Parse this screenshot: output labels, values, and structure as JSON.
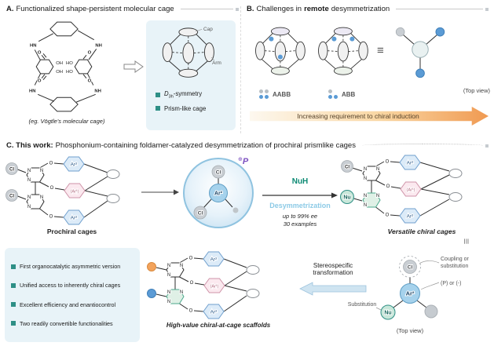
{
  "panelA": {
    "label": "A.",
    "title": "Functionalized shape-persistent molecular cage",
    "caption": "(eg. Vögtle's molecular cage)",
    "cap_label": "Cap",
    "arm_label": "Arm",
    "symmetry_d": "D",
    "symmetry_sub": "3h",
    "symmetry_rest": "-symmetry",
    "feature": "Prism-like cage",
    "atoms": {
      "hn": "HN",
      "nh": "NH",
      "o": "O",
      "oh": "OH",
      "ho": "HO"
    }
  },
  "panelB": {
    "label": "B.",
    "title_pre": "Challenges in",
    "title_bold": "remote",
    "title_post": "desymmetrization",
    "legend_aabb": "AABB",
    "legend_abb": "ABB",
    "equiv": "≡",
    "top_view": "(Top view)",
    "gradient_text": "Increasing requirement to chiral induction"
  },
  "panelC": {
    "label": "C. This work:",
    "title": "Phosphonium-containing foldamer-catalyzed desymmetrization of prochiral prismlike cages",
    "reactant_label": "Prochiral cages",
    "product_label": "Versatile chiral cages",
    "nuh": "NuH",
    "desymmetrization": "Desymmetrization",
    "ee": "up to 99% ee",
    "examples": "30 examples",
    "phosphonium_plus": "⊕",
    "phosphonium_p": "P",
    "bullets": [
      "First organocatalytic asymmetric version",
      "Unified access to inherently chiral cages",
      "Excellent efficiency and enantiocontrol",
      "Two readily convertible functionalities"
    ],
    "scaffold_label": "High-value chiral-at-cage scaffolds",
    "stereo_line1": "Stereospecific",
    "stereo_line2": "transformation",
    "coupling_line1": "Coupling or",
    "coupling_line2": "substitution",
    "p_or_minus": "(P) or (-)",
    "substitution": "Substitution",
    "top_view": "(Top view)",
    "equiv": "≡",
    "atoms": {
      "cl": "Cl",
      "n": "N",
      "o": "O",
      "nu": "Nu",
      "ar1": "(Ar¹)",
      "ar2": "Ar²"
    }
  },
  "colors": {
    "accent_teal": "#2e8f86",
    "accent_blue": "#5b9bd5",
    "nu_green": "#2f8f85",
    "phosphonium_violet": "#7b4fc0",
    "gradient_orange": "#f09a52",
    "panel_lightblue": "#e8f3f8",
    "nuh_teal": "#0d8a74",
    "desymmetrization_blue": "#8ccae6"
  }
}
